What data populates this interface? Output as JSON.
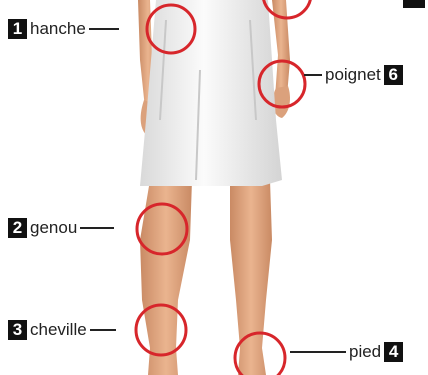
{
  "labels": [
    {
      "num": "1",
      "text": "hanche"
    },
    {
      "num": "2",
      "text": "genou"
    },
    {
      "num": "3",
      "text": "cheville"
    },
    {
      "num": "4",
      "text": "pied"
    },
    {
      "num": "6",
      "text": "poignet"
    }
  ],
  "colors": {
    "circle": "#d7262b",
    "badge": "#111111",
    "skin": "#e0a47c",
    "dress": "#ededed",
    "line": "#222222"
  }
}
